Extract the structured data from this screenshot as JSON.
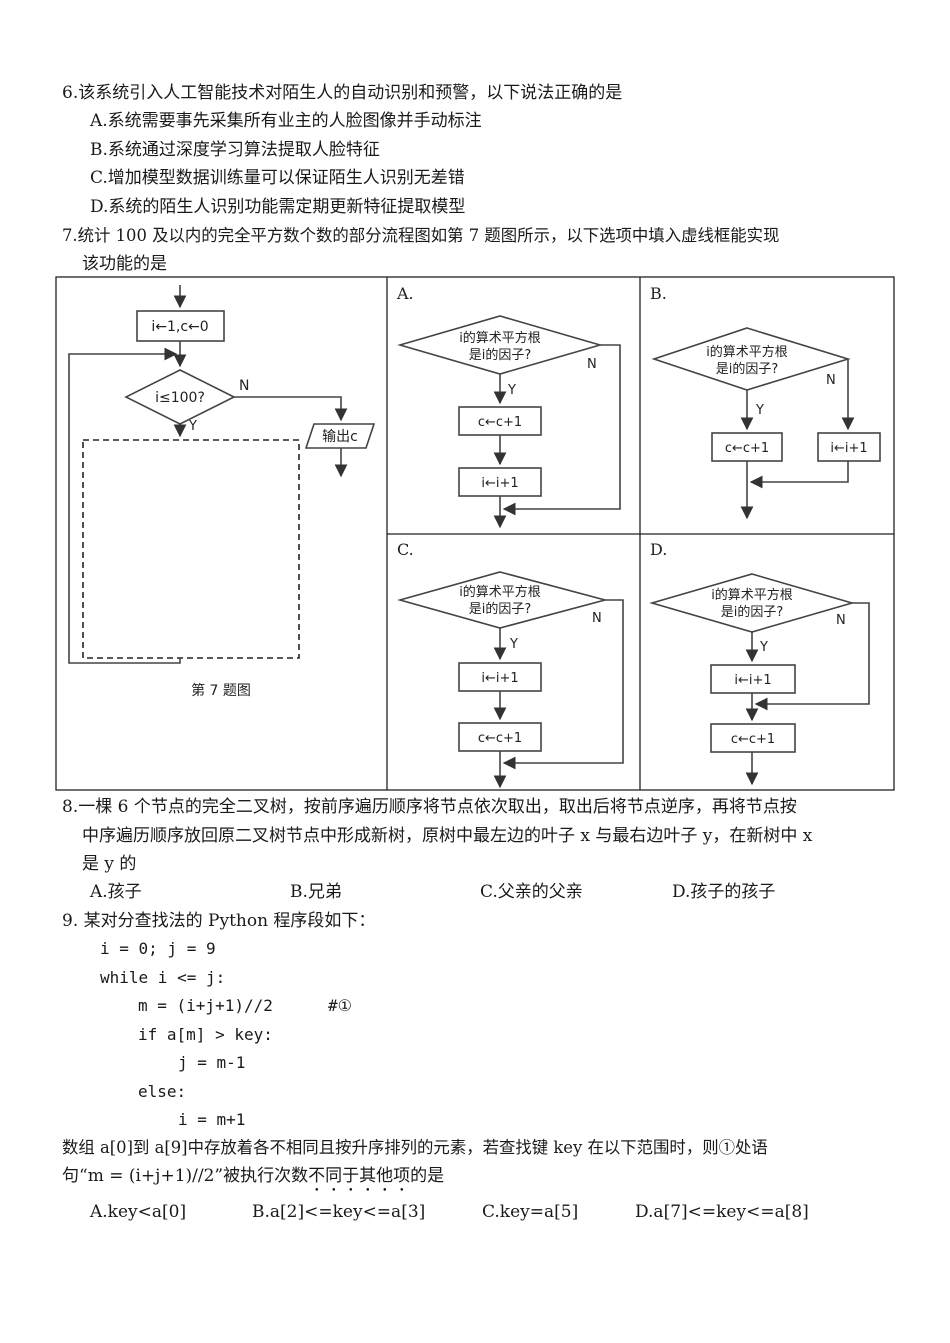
{
  "q6": {
    "stem": "6.该系统引入人工智能技术对陌生人的自动识别和预警，以下说法正确的是",
    "options": [
      "A.系统需要事先采集所有业主的人脸图像并手动标注",
      "B.系统通过深度学习算法提取人脸特征",
      "C.增加模型数据训练量可以保证陌生人识别无差错",
      "D.系统的陌生人识别功能需定期更新特征提取模型"
    ]
  },
  "q7": {
    "stem_line1": "7.统计 100 及以内的完全平方数个数的部分流程图如第 7 题图所示，以下选项中填入虚线框能实现",
    "stem_line2": "该功能的是",
    "main_flow": {
      "init": "i←1,c←0",
      "cond": "i≤100?",
      "yes": "Y",
      "no": "N",
      "output": "输出c",
      "caption": "第 7 题图"
    },
    "panels": [
      {
        "label": "A.",
        "cond_line1": "i的算术平方根",
        "cond_line2": "是i的因子?",
        "box1": "c←c+1",
        "box2": "i←i+1",
        "yes": "Y",
        "no": "N"
      },
      {
        "label": "B.",
        "cond_line1": "i的算术平方根",
        "cond_line2": "是i的因子?",
        "box1": "c←c+1",
        "box2": "i←i+1",
        "yes": "Y",
        "no": "N"
      },
      {
        "label": "C.",
        "cond_line1": "i的算术平方根",
        "cond_line2": "是i的因子?",
        "box1": "i←i+1",
        "box2": "c←c+1",
        "yes": "Y",
        "no": "N"
      },
      {
        "label": "D.",
        "cond_line1": "i的算术平方根",
        "cond_line2": "是i的因子?",
        "box1": "i←i+1",
        "box2": "c←c+1",
        "yes": "Y",
        "no": "N"
      }
    ]
  },
  "q8": {
    "line1": "8.一棵 6 个节点的完全二叉树，按前序遍历顺序将节点依次取出，取出后将节点逆序，再将节点按",
    "line2": "中序遍历顺序放回原二叉树节点中形成新树，原树中最左边的叶子 x 与最右边叶子 y，在新树中 x",
    "line3": "是 y 的",
    "options": [
      "A.孩子",
      "B.兄弟",
      "C.父亲的父亲",
      "D.孩子的孩子"
    ]
  },
  "q9": {
    "stem": "9. 某对分查找法的 Python 程序段如下：",
    "code": [
      "i = 0; j = 9",
      "while i <= j:",
      "m = (i+j+1)//2",
      "if a[m] > key:",
      "j = m-1",
      "else:",
      "i = m+1"
    ],
    "code_comment": "#①",
    "line1": "数组 a[0]到 a[9]中存放着各不相同且按升序排列的元素，若查找键 key 在以下范围时，则①处语",
    "line2_pre": "句“m = (i+j+1)//2”被执行次数",
    "line2_emph": "不同于其他项",
    "line2_post": "的是",
    "options": [
      "A.key<a[0]",
      "B.a[2]<=key<=a[3]",
      "C.key=a[5]",
      "D.a[7]<=key<=a[8]"
    ]
  }
}
